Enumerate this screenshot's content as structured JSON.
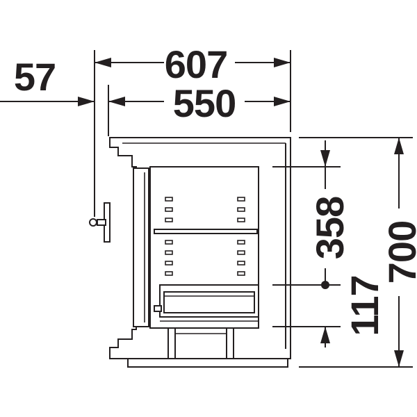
{
  "dimensions": {
    "width_outer": "607",
    "width_inner": "550",
    "handle_offset": "57",
    "height_total": "700",
    "height_upper": "358",
    "height_lower": "117"
  },
  "colors": {
    "line": "#231f20",
    "background": "#ffffff"
  }
}
